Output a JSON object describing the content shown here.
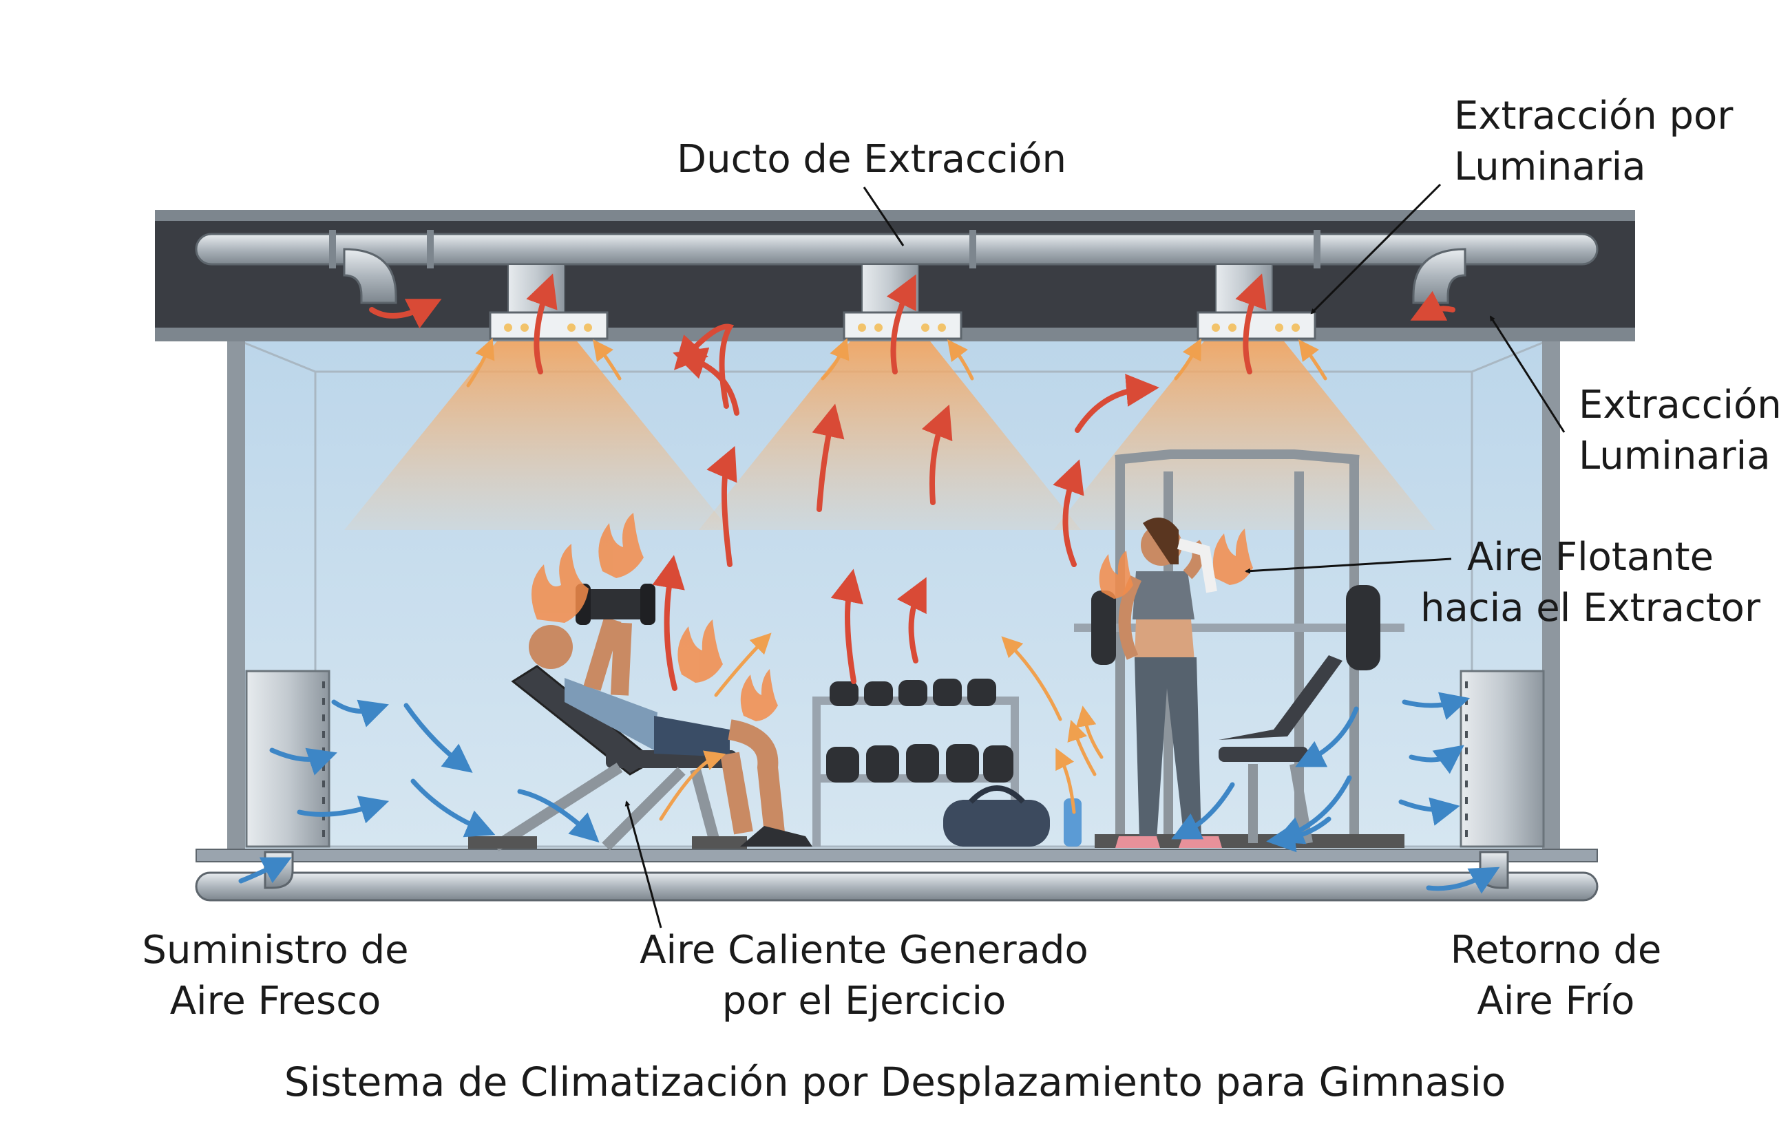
{
  "caption": "Sistema de Climatización por Desplazamiento para Gimnasio",
  "labels": {
    "ducto_extraccion": "Ducto de Extracción",
    "extraccion_por_luminaria": [
      "Extracción por",
      "Luminaria"
    ],
    "extraccion_luminaria": [
      "Extracción",
      "Luminaria"
    ],
    "aire_flotante": [
      "Aire Flotante",
      "hacia el Extractor"
    ],
    "suministro": [
      "Suministro de",
      "Aire Fresco"
    ],
    "aire_caliente": [
      "Aire Caliente Generado",
      "por el Ejercicio"
    ],
    "retorno": [
      "Retorno de",
      "Aire Frío"
    ]
  },
  "colors": {
    "warm_air": "#d94a36",
    "warm_light": "#f3a35a",
    "cool_air": "#3d86c6",
    "duct": "#9aa4ae",
    "ceiling_dark": "#3a3d43",
    "room": "#cfe1ef"
  }
}
